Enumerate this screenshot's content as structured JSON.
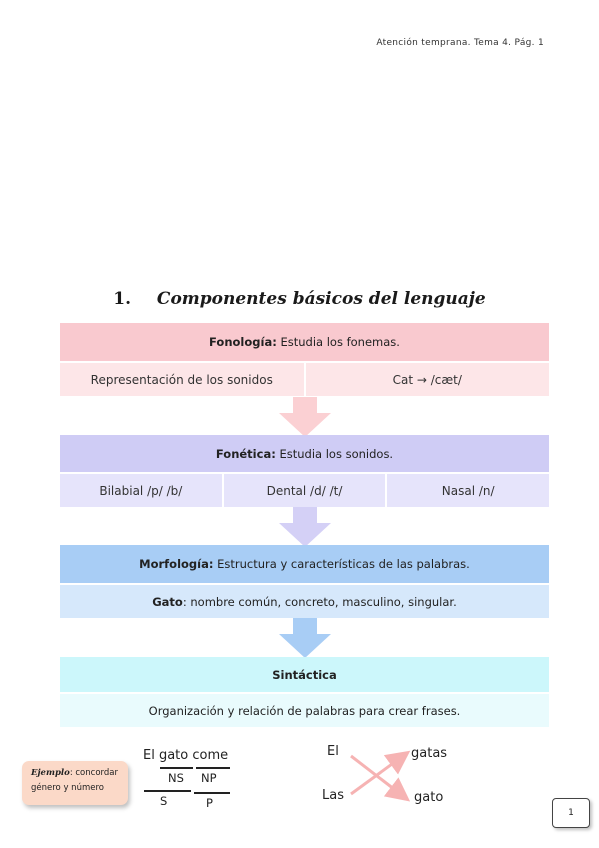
{
  "header": "Atención temprana. Tema 4. Pág. 1",
  "title": {
    "number": "1.",
    "text": "Componentes básicos del lenguaje"
  },
  "fonologia": {
    "label": "Fonología:",
    "desc": " Estudia los fonemas.",
    "cells": [
      "Representación de los sonidos",
      "Cat → /cæt/"
    ]
  },
  "fonetica": {
    "label": "Fonética:",
    "desc": " Estudia los sonidos.",
    "cells": [
      "Bilabial /p/ /b/",
      "Dental /d/ /t/",
      "Nasal /n/"
    ]
  },
  "morfologia": {
    "label": "Morfología:",
    "desc": " Estructura y características de las palabras.",
    "row_label": "Gato",
    "row_desc": ": nombre común, concreto, masculino, singular."
  },
  "sintactica": {
    "label": "Sintáctica",
    "row": "Organización y relación de palabras para crear frases."
  },
  "example": {
    "label": "Ejemplo",
    "line1": ": concordar",
    "line2": "género y número"
  },
  "tree": {
    "sentence": "El gato come",
    "ns": "NS",
    "np": "NP",
    "s": "S",
    "p": "P"
  },
  "cross": {
    "left_top": "El",
    "left_bottom": "Las",
    "right_top": "gatas",
    "right_bottom": "gato"
  },
  "page_number": "1",
  "colors": {
    "fonologia": "#f9c9cf",
    "fonetica": "#cfccf5",
    "morfologia": "#a8cdf5",
    "sintactica": "#ccf7fb",
    "cross": "#f6b3b3"
  }
}
